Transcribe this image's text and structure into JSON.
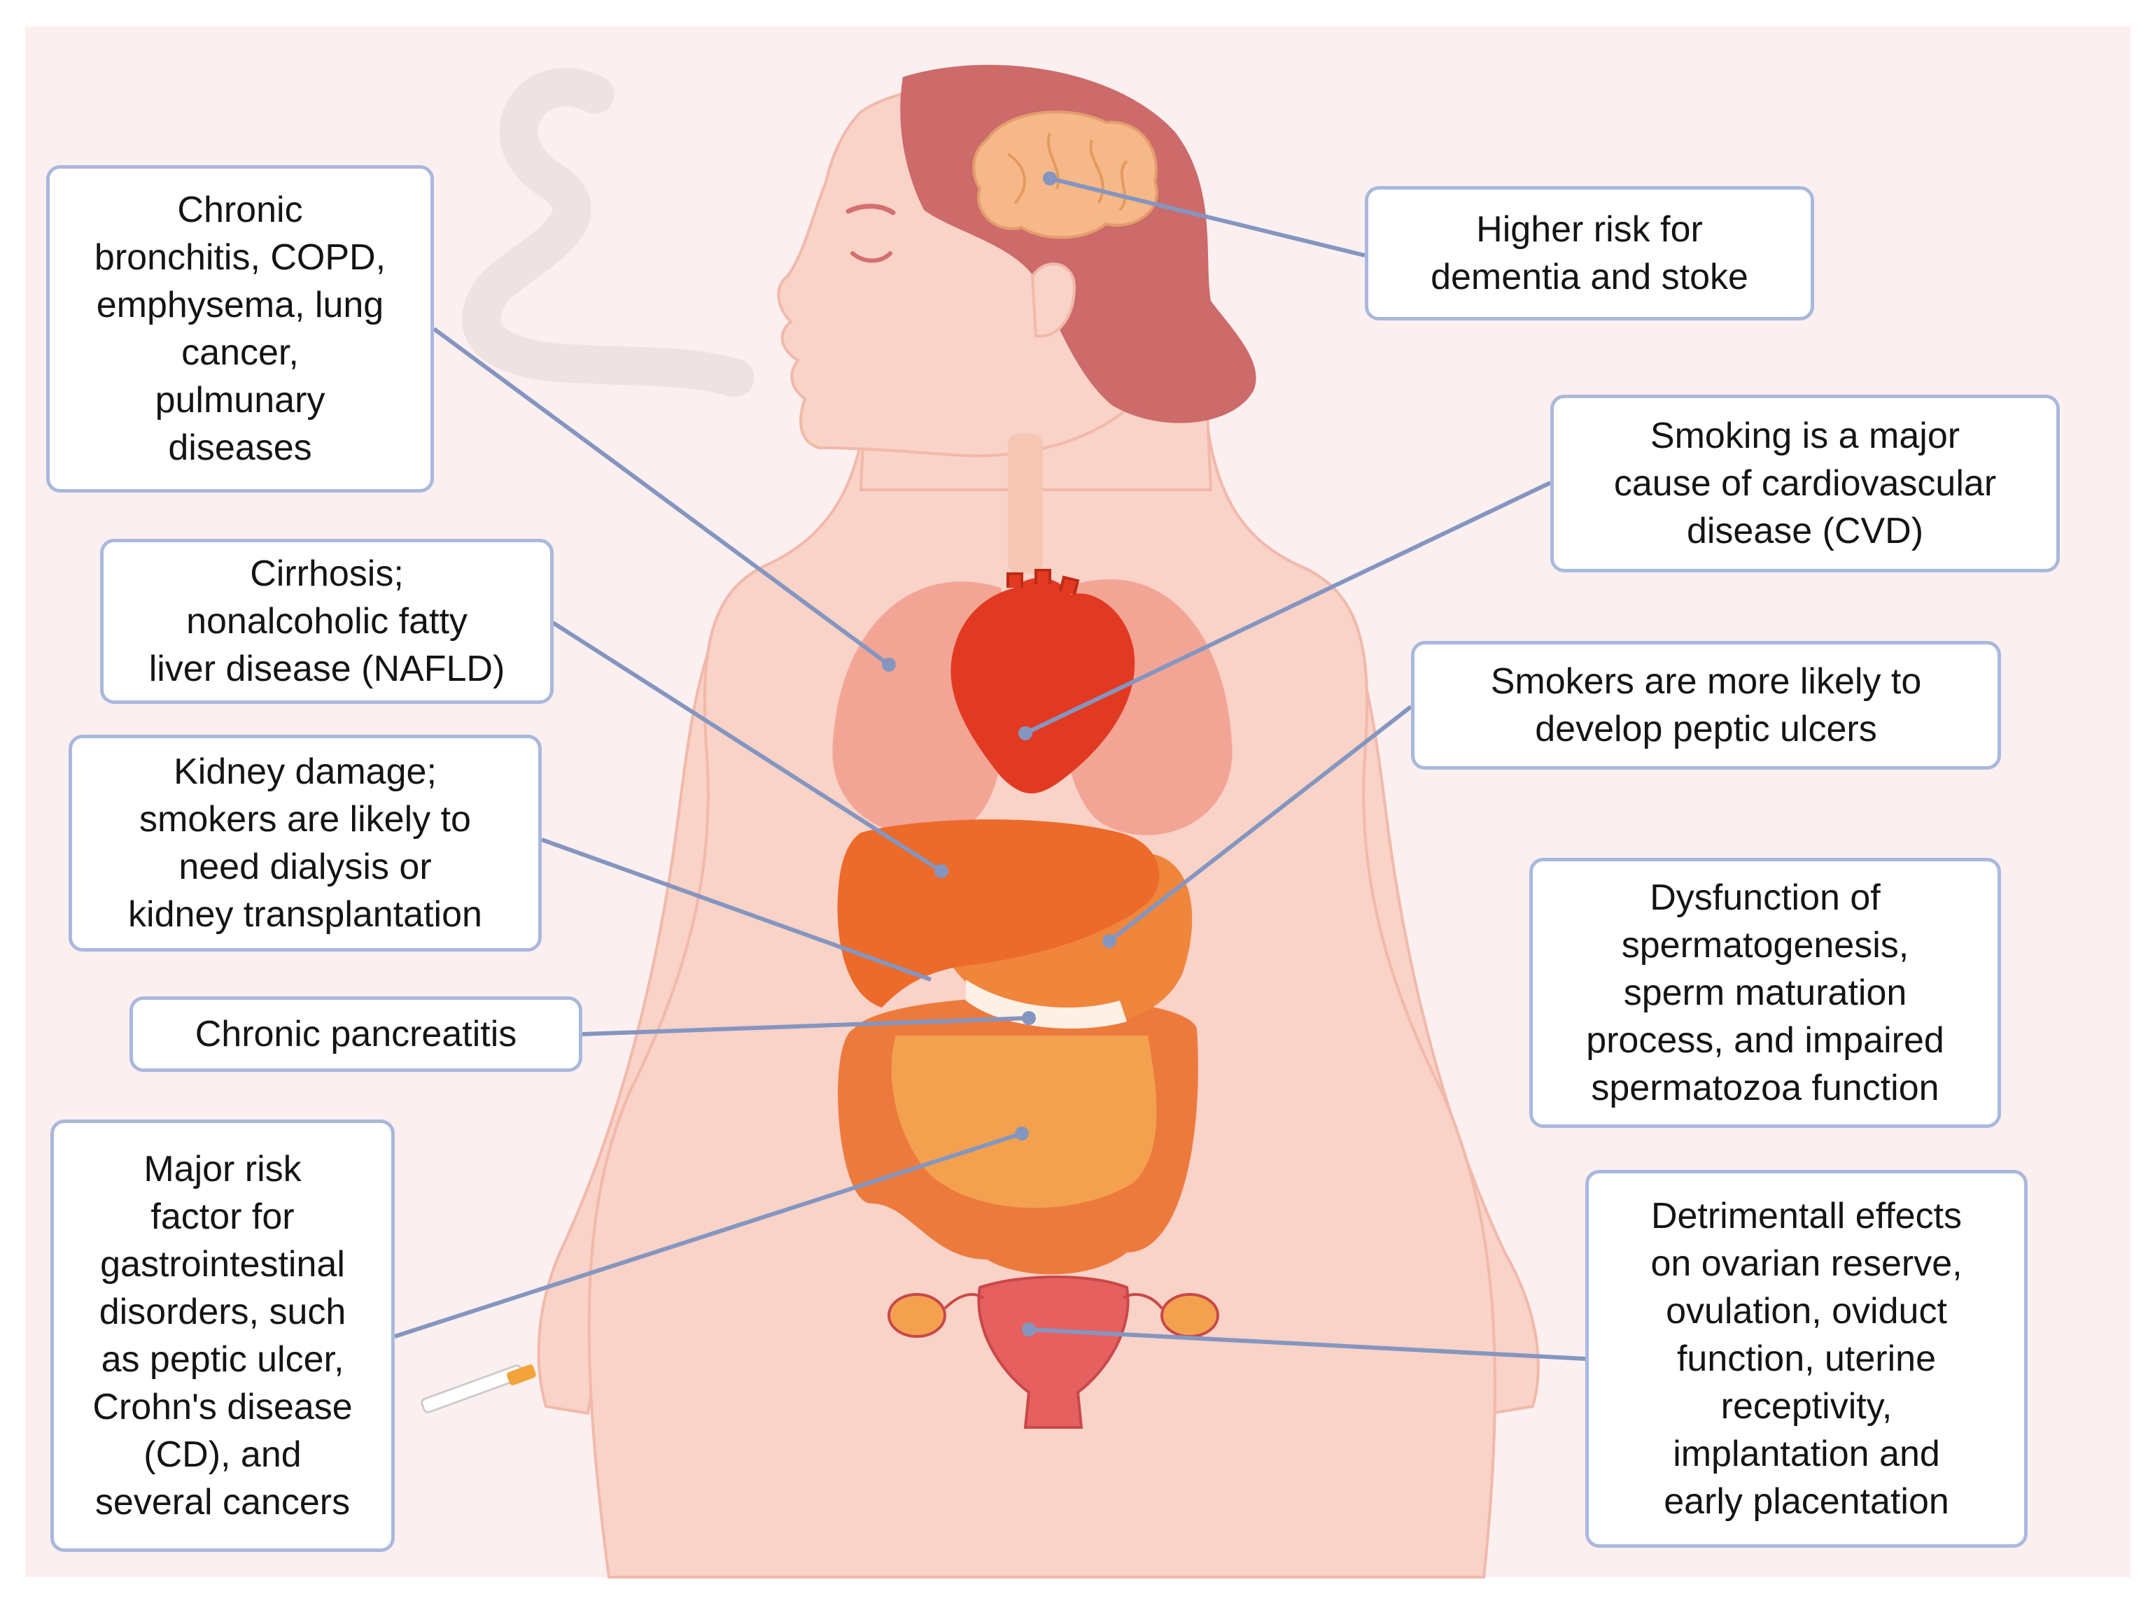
{
  "callouts": {
    "lungs": "Chronic\nbronchitis, COPD,\nemphysema, lung\ncancer,\npulmunary\ndiseases",
    "brain": "Higher risk for\ndementia and stoke",
    "heart": "Smoking is a major\ncause of cardiovascular\ndisease (CVD)",
    "liver": "Cirrhosis;\nnonalcoholic fatty\nliver disease (NAFLD)",
    "stomach": "Smokers are more likely to\ndevelop peptic ulcers",
    "kidney": "Kidney damage;\nsmokers are likely to\nneed dialysis or\nkidney transplantation",
    "sperm": "Dysfunction of\nspermatogenesis,\nsperm maturation\nprocess, and impaired\nspermatozoa function",
    "pancreas": "Chronic pancreatitis",
    "intestine": "Major risk\nfactor for\ngastrointestinal\ndisorders, such\nas peptic ulcer,\nCrohn's disease\n(CD), and\nseveral cancers",
    "reproductive": "Detrimentall effects\non ovarian reserve,\novulation, oviduct\nfunction, uterine\nreceptivity,\nimplantation and\nearly placentation"
  },
  "colors": {
    "background": "#fceff0",
    "body": "#f9d2c8",
    "hair": "#cd6a6a",
    "brain": "#f6b888",
    "lungs": "#f3a595",
    "heart": "#e23a22",
    "liver": "#ec6a2a",
    "stomach": "#f0853c",
    "intestine": "#f4a14f",
    "uterus": "#e76060",
    "leader_line": "#8496c0",
    "box_border": "#a9b8dd"
  },
  "icons": [
    "smoke-icon",
    "cigarette-icon"
  ]
}
